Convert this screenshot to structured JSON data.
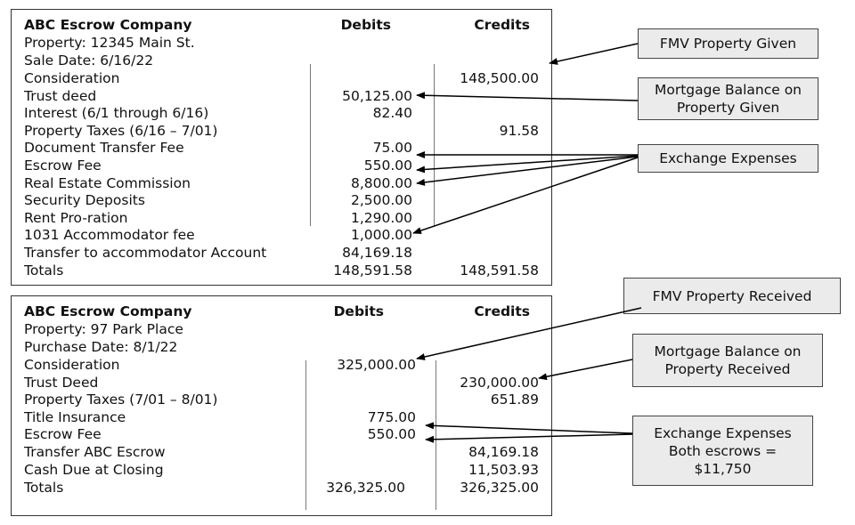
{
  "statement_given": {
    "company": "ABC Escrow Company",
    "debits_header": "Debits",
    "credits_header": "Credits",
    "property": "Property: 12345 Main St.",
    "date": "Sale Date: 6/16/22",
    "rows": [
      {
        "desc": "Consideration",
        "debit": "",
        "credit": "148,500.00"
      },
      {
        "desc": "Trust deed",
        "debit": "50,125.00",
        "credit": ""
      },
      {
        "desc": "Interest (6/1 through 6/16)",
        "debit": "82.40",
        "credit": ""
      },
      {
        "desc": "Property Taxes (6/16 – 7/01)",
        "debit": "",
        "credit": "91.58"
      },
      {
        "desc": "Document Transfer Fee",
        "debit": "75.00",
        "credit": ""
      },
      {
        "desc": "Escrow Fee",
        "debit": "550.00",
        "credit": ""
      },
      {
        "desc": "Real Estate Commission",
        "debit": "8,800.00",
        "credit": ""
      },
      {
        "desc": "Security Deposits",
        "debit": "2,500.00",
        "credit": ""
      },
      {
        "desc": "Rent Pro-ration",
        "debit": "1,290.00",
        "credit": ""
      },
      {
        "desc": "1031 Accommodator fee",
        "debit": "1,000.00",
        "credit": ""
      },
      {
        "desc": "Transfer to accommodator Account",
        "debit": "84,169.18",
        "credit": ""
      }
    ],
    "totals": {
      "desc": "Totals",
      "debit": "148,591.58",
      "credit": "148,591.58"
    }
  },
  "statement_received": {
    "company": "ABC Escrow Company",
    "debits_header": "Debits",
    "credits_header": "Credits",
    "property": "Property: 97 Park Place",
    "date": "Purchase Date: 8/1/22",
    "rows": [
      {
        "desc": "Consideration",
        "debit": "325,000.00",
        "credit": ""
      },
      {
        "desc": "Trust Deed",
        "debit": "",
        "credit": "230,000.00"
      },
      {
        "desc": "Property Taxes (7/01 – 8/01)",
        "debit": "",
        "credit": "651.89"
      },
      {
        "desc": "Title Insurance",
        "debit": "775.00",
        "credit": ""
      },
      {
        "desc": "Escrow Fee",
        "debit": "550.00",
        "credit": ""
      },
      {
        "desc": "Transfer ABC Escrow",
        "debit": "",
        "credit": "84,169.18"
      },
      {
        "desc": "Cash Due at Closing",
        "debit": "",
        "credit": "11,503.93"
      }
    ],
    "totals": {
      "desc": "Totals",
      "debit": "326,325.00",
      "credit": "326,325.00"
    }
  },
  "callouts": {
    "fmv_given": "FMV Property Given",
    "mortgage_given_line1": "Mortgage Balance on",
    "mortgage_given_line2": "Property Given",
    "exchange_expenses": "Exchange Expenses",
    "fmv_received": "FMV Property Received",
    "mortgage_received_line1": "Mortgage Balance on",
    "mortgage_received_line2": "Property Received",
    "exchange_both_line1": "Exchange Expenses",
    "exchange_both_line2": "Both escrows =",
    "exchange_both_line3": "$11,750"
  }
}
